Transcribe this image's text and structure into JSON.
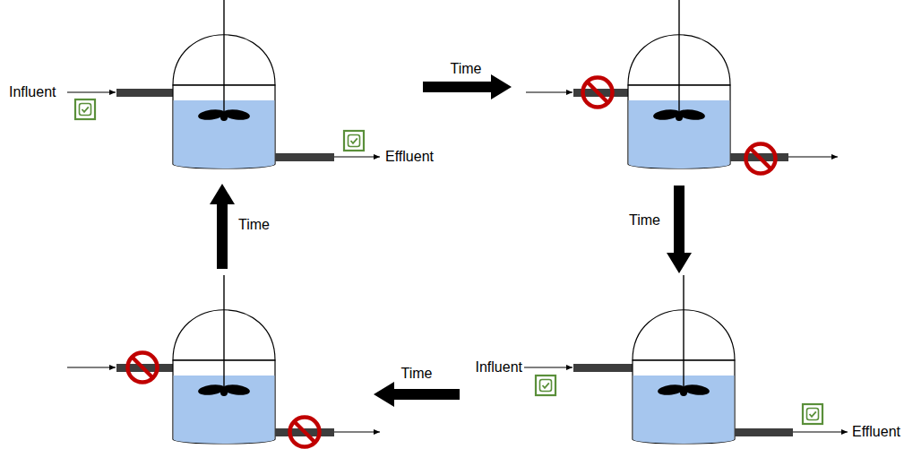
{
  "diagram": {
    "labels": [
      "Influent",
      "Effluent",
      "Time",
      "Time",
      "Influent",
      "Effluent",
      "Time",
      "Time"
    ]
  }
}
